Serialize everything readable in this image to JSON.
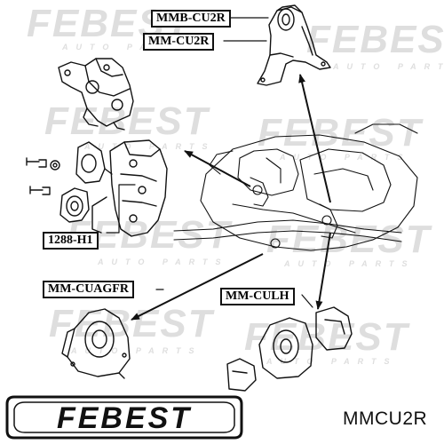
{
  "brand": {
    "logo_text": "FEBEST",
    "watermark_text": "FEBEST",
    "watermark_sub": "AUTO PARTS"
  },
  "part_number": "MMCU2R",
  "labels": {
    "mmb_cu2r": "MMB-CU2R",
    "mm_cu2r": "MM-CU2R",
    "h1288": "1288-H1",
    "mm_cuagfr": "MM-CUAGFR",
    "mm_culh": "MM-CULH"
  },
  "icons": {
    "logo": "febest-logo",
    "mount": "engine-mount-icon",
    "bracket": "bracket-icon",
    "bolt": "bolt-icon",
    "arrow": "arrow-icon"
  },
  "colors": {
    "line": "#111111",
    "watermark": "#dedede",
    "background": "#ffffff"
  }
}
